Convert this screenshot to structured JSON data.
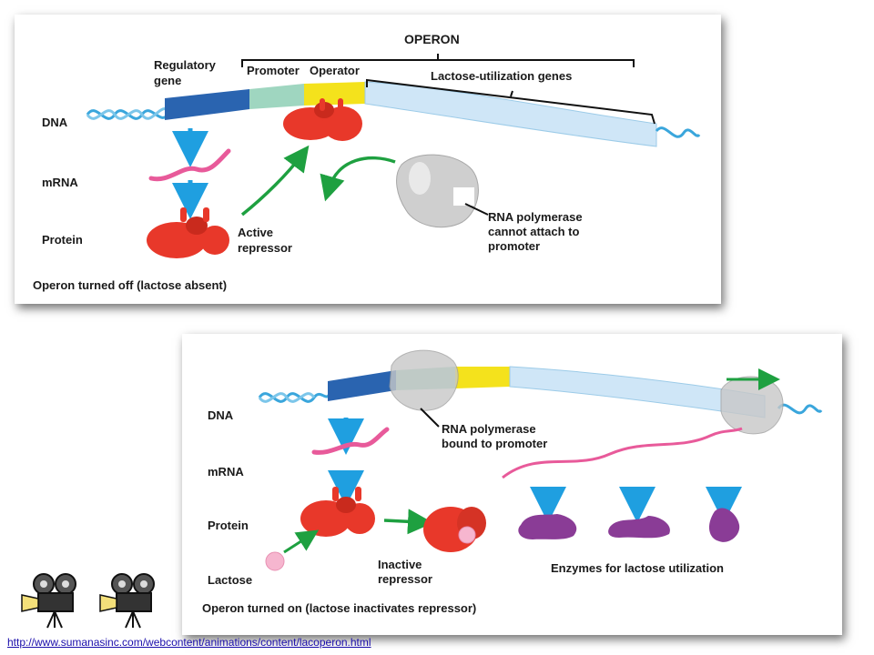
{
  "top_panel": {
    "operon_label": "OPERON",
    "regulatory_gene_label": [
      "Regulatory",
      "gene"
    ],
    "promoter_label": "Promoter",
    "operator_label": "Operator",
    "lactose_genes_label": "Lactose-utilization genes",
    "dna_label": "DNA",
    "mrna_label": "mRNA",
    "protein_label": "Protein",
    "active_repressor_label": [
      "Active",
      "repressor"
    ],
    "rna_polymerase_label": [
      "RNA polymerase",
      "cannot attach to",
      "promoter"
    ],
    "caption": "Operon turned off (lactose absent)"
  },
  "bottom_panel": {
    "dna_label": "DNA",
    "mrna_label": "mRNA",
    "protein_label": "Protein",
    "lactose_label": "Lactose",
    "rna_polymerase_label": [
      "RNA polymerase",
      "bound to promoter"
    ],
    "inactive_repressor_label": [
      "Inactive",
      "repressor"
    ],
    "enzymes_label": "Enzymes for lactose utilization",
    "caption": "Operon turned on (lactose inactivates repressor)"
  },
  "source_link": "http://www.sumanasinc.com/webcontent/animations/content/lacoperon.html",
  "icons": [
    "movie-camera-icon",
    "movie-camera-icon"
  ],
  "colors": {
    "regulatory_gene": "#2a64b0",
    "promoter": "#9fd6c0",
    "operator": "#f4e21c",
    "lactose_genes": "#cfe6f7",
    "repressor": "#e8382a",
    "mrna": "#e85a9a",
    "enzyme": "#8a3c96",
    "polymerase": "#bdbdbd",
    "arrow_blue": "#1f9fe0",
    "arrow_green": "#1ea040"
  }
}
